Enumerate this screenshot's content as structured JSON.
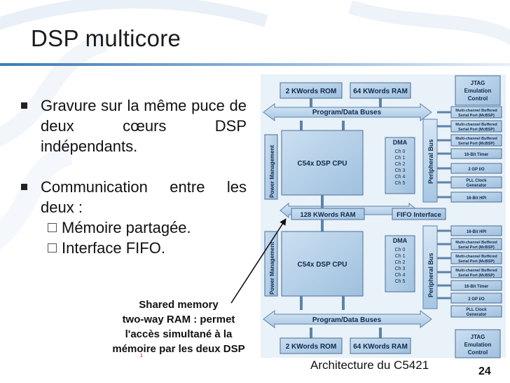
{
  "slide": {
    "title": "DSP multicore",
    "bullets": [
      "Gravure sur la même puce de deux cœurs DSP indépendants.",
      "Communication entre les deux :"
    ],
    "sub_bullets": [
      "Mémoire partagée.",
      "Interface FIFO."
    ],
    "annotation_lines": [
      "Shared memory",
      "two-way RAM : permet",
      "l'accès simultané à la",
      "mémoire par les deux DSP"
    ],
    "tiny_mark": "1",
    "caption": "Architecture du C5421",
    "page_number": "24"
  },
  "diagram": {
    "top_rom": "2 KWords ROM",
    "top_ram": "64 KWords RAM",
    "jtag_top": [
      "JTAG",
      "Emulation",
      "Control"
    ],
    "bus_top": "Program/Data Buses",
    "power_mgmt": "Power Management",
    "cpu": "C54x DSP CPU",
    "dma_title": "DMA",
    "dma_channels": [
      "Ch 0",
      "Ch 1",
      "Ch 2",
      "Ch 3",
      "Ch 4",
      "Ch 5"
    ],
    "peripheral_bus": "Peripheral Bus",
    "shared_ram": "128 KWords RAM",
    "fifo": "FIFO Interface",
    "bus_bottom": "Program/Data Buses",
    "bottom_rom": "2 KWords ROM",
    "bottom_ram": "64 KWords RAM",
    "jtag_bottom": [
      "JTAG",
      "Emulation",
      "Control"
    ],
    "peripherals_top": [
      [
        "Multi-channel Buffered",
        "Serial Port (McBSP)"
      ],
      [
        "Multi-channel Buffered",
        "Serial Port (McBSP)"
      ],
      [
        "Multi-channel Buffered",
        "Serial Port (McBSP)"
      ],
      [
        "16-Bit Timer"
      ],
      [
        "2 GP I/O"
      ],
      [
        "PLL Clock",
        "Generator"
      ],
      [
        "16-Bit HPI"
      ]
    ],
    "peripherals_bottom": [
      [
        "16-Bit HPI"
      ],
      [
        "Multi-channel Buffered",
        "Serial Port (McBSP)"
      ],
      [
        "Multi-channel Buffered",
        "Serial Port (McBSP)"
      ],
      [
        "Multi-channel Buffered",
        "Serial Port (McBSP)"
      ],
      [
        "16-Bit Timer"
      ],
      [
        "2 GP I/O"
      ],
      [
        "PLL Clock",
        "Generator"
      ]
    ]
  }
}
